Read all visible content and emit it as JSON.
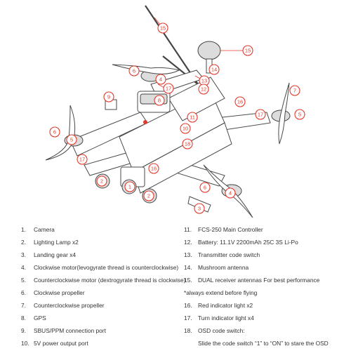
{
  "callouts": {
    "c1": "1",
    "c2": "2",
    "c3": "3",
    "c4": "4",
    "c5": "5",
    "c6": "6",
    "c7": "7",
    "c8": "8",
    "c9": "9",
    "c10": "10",
    "c11": "11",
    "c12": "12",
    "c13": "13",
    "c14": "14",
    "c15": "15",
    "c16": "16",
    "c17": "17",
    "c18": "18"
  },
  "legend": {
    "left": [
      {
        "num": "1.",
        "text": "Camera"
      },
      {
        "num": "2.",
        "text": "Lighting Lamp x2"
      },
      {
        "num": "3.",
        "text": "Landing gear x4"
      },
      {
        "num": "4.",
        "text": "Clockwise motor(levogyrate thread is counterclockwise)"
      },
      {
        "num": "5.",
        "text": "Counterclockwise motor (dextrogyrate thread is clockwise)"
      },
      {
        "num": "6.",
        "text": "Clockwise propeller"
      },
      {
        "num": "7.",
        "text": "Counterclockwise propeller"
      },
      {
        "num": "8.",
        "text": "GPS"
      },
      {
        "num": "9.",
        "text": "SBUS/PPM connection port"
      },
      {
        "num": "10.",
        "text": "5V power output port"
      }
    ],
    "right": [
      {
        "num": "11.",
        "text": "FCS-250 Main Controller"
      },
      {
        "num": "12.",
        "text": "Battery: 11.1V 2200mAh 25C 3S Li-Po"
      },
      {
        "num": "13.",
        "text": "Transmitter code switch"
      },
      {
        "num": "14.",
        "text": "Mushroom antenna"
      },
      {
        "num": "15.",
        "text": "DUAL receiver antennas For best performance"
      },
      {
        "num": "",
        "text": "*always extend before flying"
      },
      {
        "num": "16.",
        "text": "Red indicator light x2"
      },
      {
        "num": "17.",
        "text": "Turn indicator light x4"
      },
      {
        "num": "18.",
        "text": "OSD code switch:"
      },
      {
        "num": "",
        "text": "Slide the code switch “1” to “ON” to stare the OSD"
      }
    ]
  },
  "colors": {
    "callout": "#e3392b",
    "line": "#4a4a4a"
  }
}
